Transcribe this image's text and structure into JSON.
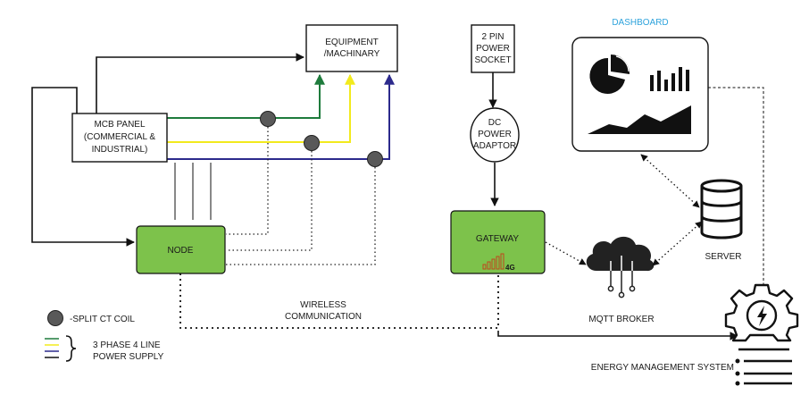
{
  "nodes": {
    "equipment": [
      "EQUIPMENT",
      "/MACHINARY"
    ],
    "mcb_panel": [
      "MCB PANEL",
      "(COMMERCIAL &",
      "INDUSTRIAL)"
    ],
    "power_socket": [
      "2 PIN",
      "POWER",
      "SOCKET"
    ],
    "dc_adaptor": [
      "DC",
      "POWER",
      "ADAPTOR"
    ],
    "node": "NODE",
    "gateway": "GATEWAY",
    "gateway_signal": "4G",
    "dashboard": "DASHBOARD",
    "server": "SERVER",
    "mqtt_broker": "MQTT BROKER",
    "ems": "ENERGY MANAGEMENT SYSTEM"
  },
  "edges": {
    "wireless": [
      "WIRELESS",
      "COMMUNICATION"
    ]
  },
  "legend": {
    "ct_coil": "-SPLIT CT COIL",
    "power_supply": [
      "3 PHASE 4 LINE",
      "POWER SUPPLY"
    ]
  },
  "colors": {
    "green_box": "#7dc24b",
    "phase_green": "#1e7b3c",
    "phase_yellow": "#f2ea1d",
    "phase_blue": "#2c2a8c",
    "ct_coil": "#595959",
    "dashboard_title": "#2ea3dc",
    "signal_bars": "#c0451c"
  }
}
